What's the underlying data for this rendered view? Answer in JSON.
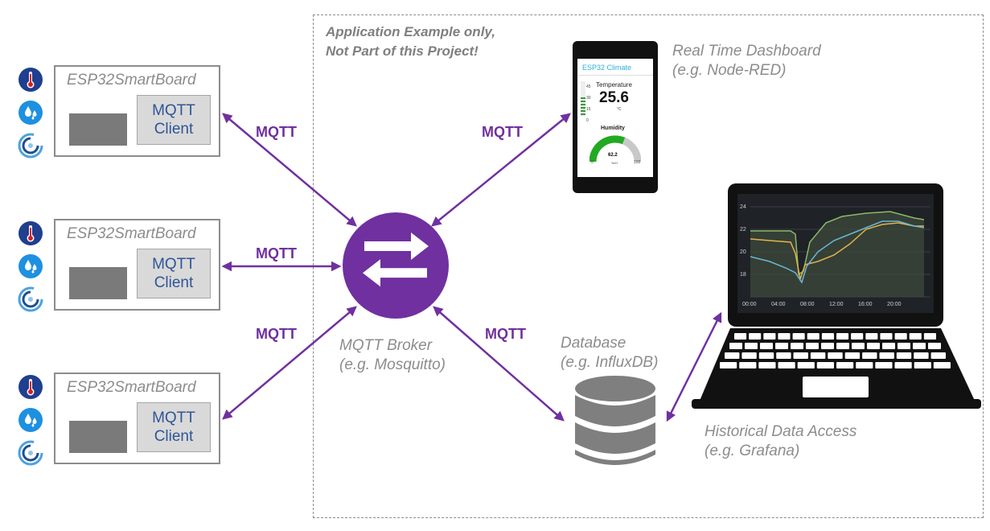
{
  "boards": [
    {
      "title": "ESP32SmartBoard",
      "client_line1": "MQTT",
      "client_line2": "Client"
    },
    {
      "title": "ESP32SmartBoard",
      "client_line1": "MQTT",
      "client_line2": "Client"
    },
    {
      "title": "ESP32SmartBoard",
      "client_line1": "MQTT",
      "client_line2": "Client"
    }
  ],
  "mqtt_labels": [
    "MQTT",
    "MQTT",
    "MQTT",
    "MQTT",
    "MQTT"
  ],
  "note": {
    "line1": "Application Example only,",
    "line2": "Not Part of this Project!"
  },
  "broker": {
    "line1": "MQTT Broker",
    "line2": "(e.g. Mosquitto)"
  },
  "dashboard": {
    "line1": "Real Time Dashboard",
    "line2": "(e.g. Node-RED)"
  },
  "database": {
    "line1": "Database",
    "line2": "(e.g. InfluxDB)"
  },
  "historical": {
    "line1": "Historical Data Access",
    "line2": "(e.g. Grafana)"
  },
  "phone": {
    "app_title": "ESP32 Climate",
    "temp_label": "Temperature",
    "temp_value": "25.6",
    "temp_unit": "°C",
    "scale": [
      "45",
      "30",
      "15",
      "0"
    ],
    "hum_label": "Humidity",
    "hum_value": "62.2",
    "hum_unit": "%rH",
    "hum_min": "0",
    "hum_max": "100",
    "hum_fraction": 0.622
  },
  "laptop_chart": {
    "yticks": [
      "24",
      "22",
      "20",
      "18"
    ],
    "xticks": [
      "00:00",
      "04:00",
      "08:00",
      "12:00",
      "16:00",
      "20:00"
    ]
  },
  "colors": {
    "purple": "#7030a0",
    "gray": "#8c8c8c",
    "client_text": "#2f5597",
    "db": "#7f7f7f"
  }
}
